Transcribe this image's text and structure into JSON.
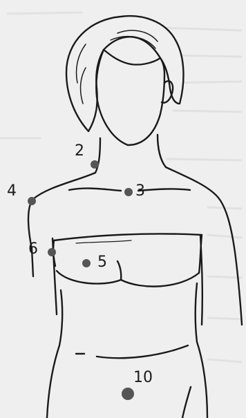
{
  "colors": {
    "background": "#efefef",
    "ink": "#1a1a1a",
    "marker": "#555555"
  },
  "points": [
    {
      "id": "2",
      "label": "2"
    },
    {
      "id": "3",
      "label": "3"
    },
    {
      "id": "4",
      "label": "4"
    },
    {
      "id": "5",
      "label": "5"
    },
    {
      "id": "6",
      "label": "6"
    },
    {
      "id": "10",
      "label": "10"
    }
  ]
}
